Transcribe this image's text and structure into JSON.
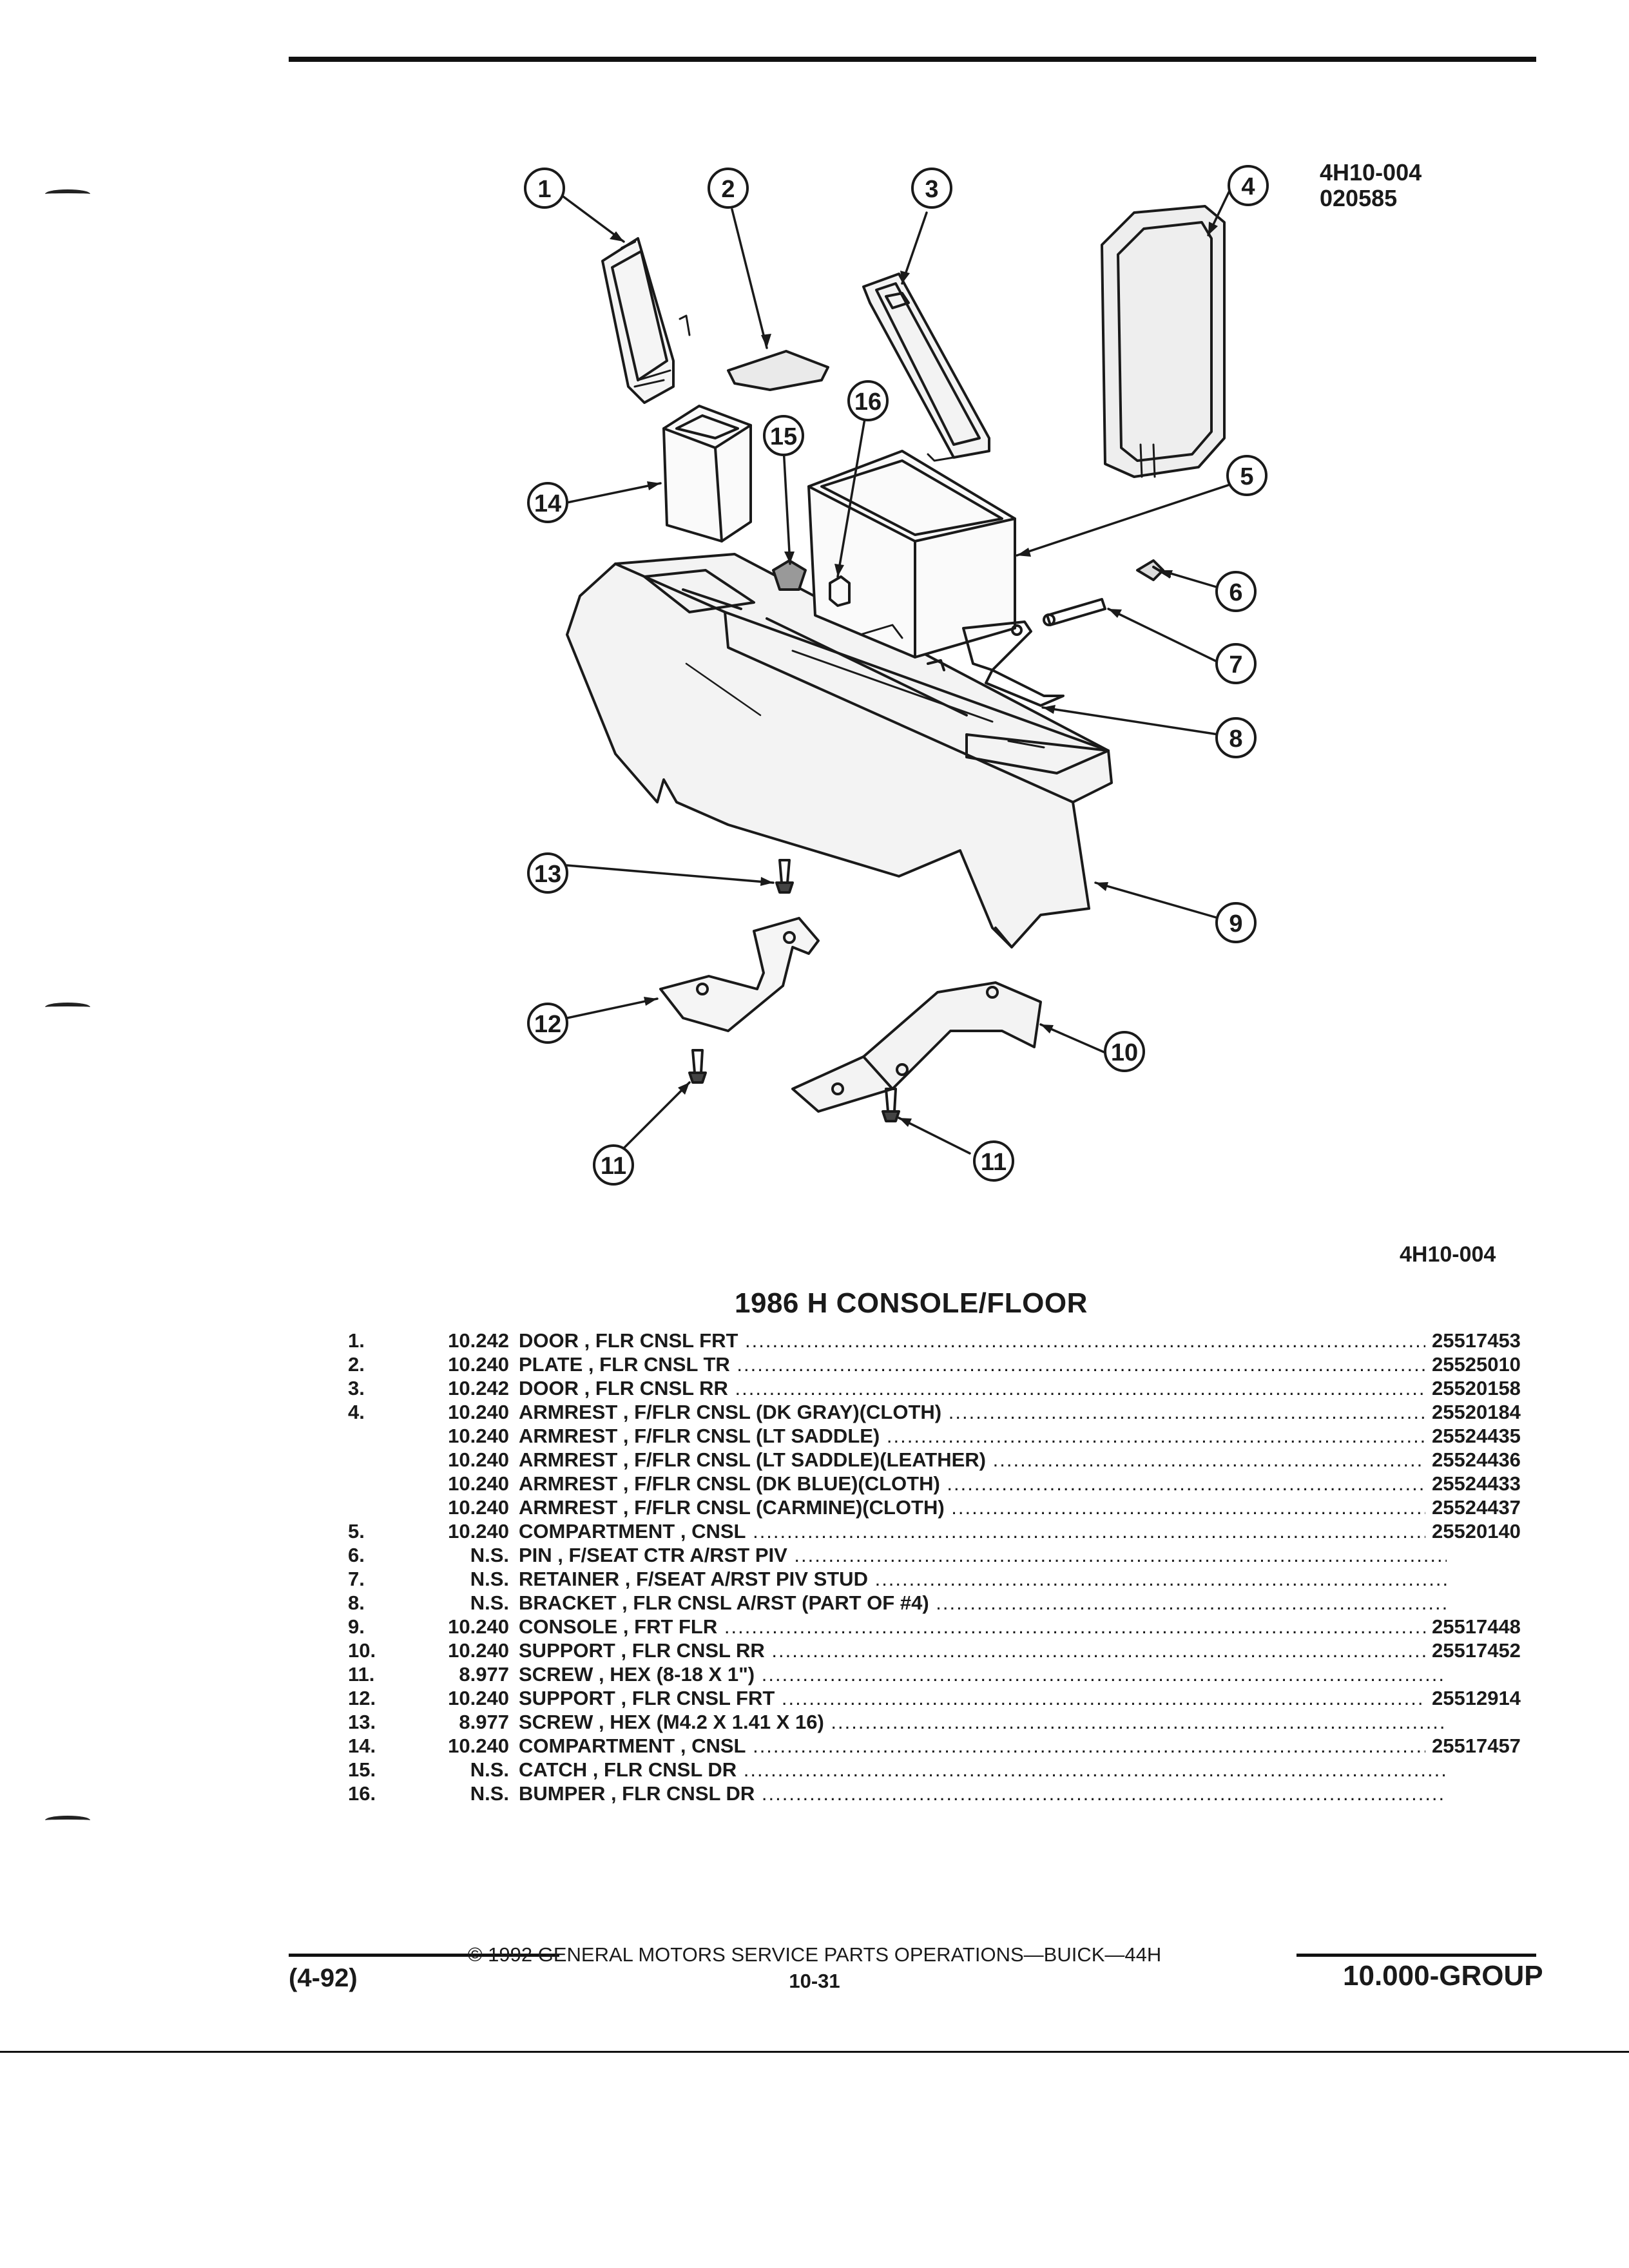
{
  "diagram": {
    "code": "4H10-004",
    "date_code": "020585",
    "callouts": [
      "1",
      "2",
      "3",
      "4",
      "5",
      "6",
      "7",
      "8",
      "9",
      "10",
      "11",
      "11",
      "12",
      "13",
      "14",
      "15",
      "16"
    ]
  },
  "reference_code": "4H10-004",
  "section_title": "1986 H CONSOLE/FLOOR",
  "parts": [
    {
      "idx": "1.",
      "group": "10.242",
      "desc": "DOOR , FLR CNSL FRT",
      "pno": "25517453"
    },
    {
      "idx": "2.",
      "group": "10.240",
      "desc": "PLATE , FLR CNSL TR",
      "pno": "25525010"
    },
    {
      "idx": "3.",
      "group": "10.242",
      "desc": "DOOR , FLR CNSL RR",
      "pno": "25520158"
    },
    {
      "idx": "4.",
      "group": "10.240",
      "desc": "ARMREST , F/FLR CNSL (DK GRAY)(CLOTH)",
      "pno": "25520184"
    },
    {
      "idx": "",
      "group": "10.240",
      "desc": "ARMREST , F/FLR CNSL (LT SADDLE)",
      "pno": "25524435"
    },
    {
      "idx": "",
      "group": "10.240",
      "desc": "ARMREST , F/FLR CNSL (LT SADDLE)(LEATHER)",
      "pno": "25524436"
    },
    {
      "idx": "",
      "group": "10.240",
      "desc": "ARMREST , F/FLR CNSL (DK BLUE)(CLOTH)",
      "pno": "25524433"
    },
    {
      "idx": "",
      "group": "10.240",
      "desc": "ARMREST , F/FLR CNSL (CARMINE)(CLOTH)",
      "pno": "25524437"
    },
    {
      "idx": "5.",
      "group": "10.240",
      "desc": "COMPARTMENT , CNSL",
      "pno": "25520140"
    },
    {
      "idx": "6.",
      "group": "N.S.",
      "desc": "PIN , F/SEAT CTR A/RST PIV",
      "pno": ""
    },
    {
      "idx": "7.",
      "group": "N.S.",
      "desc": "RETAINER , F/SEAT A/RST PIV STUD",
      "pno": ""
    },
    {
      "idx": "8.",
      "group": "N.S.",
      "desc": "BRACKET , FLR CNSL A/RST (PART OF #4)",
      "pno": ""
    },
    {
      "idx": "9.",
      "group": "10.240",
      "desc": "CONSOLE , FRT FLR",
      "pno": "25517448"
    },
    {
      "idx": "10.",
      "group": "10.240",
      "desc": "SUPPORT , FLR CNSL RR",
      "pno": "25517452"
    },
    {
      "idx": "11.",
      "group": "8.977",
      "desc": "SCREW , HEX (8-18 X 1\")",
      "pno": ""
    },
    {
      "idx": "12.",
      "group": "10.240",
      "desc": "SUPPORT , FLR CNSL FRT",
      "pno": "25512914"
    },
    {
      "idx": "13.",
      "group": "8.977",
      "desc": "SCREW , HEX (M4.2 X 1.41 X 16)",
      "pno": ""
    },
    {
      "idx": "14.",
      "group": "10.240",
      "desc": "COMPARTMENT , CNSL",
      "pno": "25517457"
    },
    {
      "idx": "15.",
      "group": "N.S.",
      "desc": "CATCH , FLR CNSL DR",
      "pno": ""
    },
    {
      "idx": "16.",
      "group": "N.S.",
      "desc": "BUMPER , FLR CNSL DR",
      "pno": ""
    }
  ],
  "footer": {
    "copyright": "© 1992 GENERAL MOTORS SERVICE PARTS OPERATIONS—BUICK—44H",
    "page_number": "10-31",
    "revision": "(4-92)",
    "group": "10.000-GROUP"
  }
}
